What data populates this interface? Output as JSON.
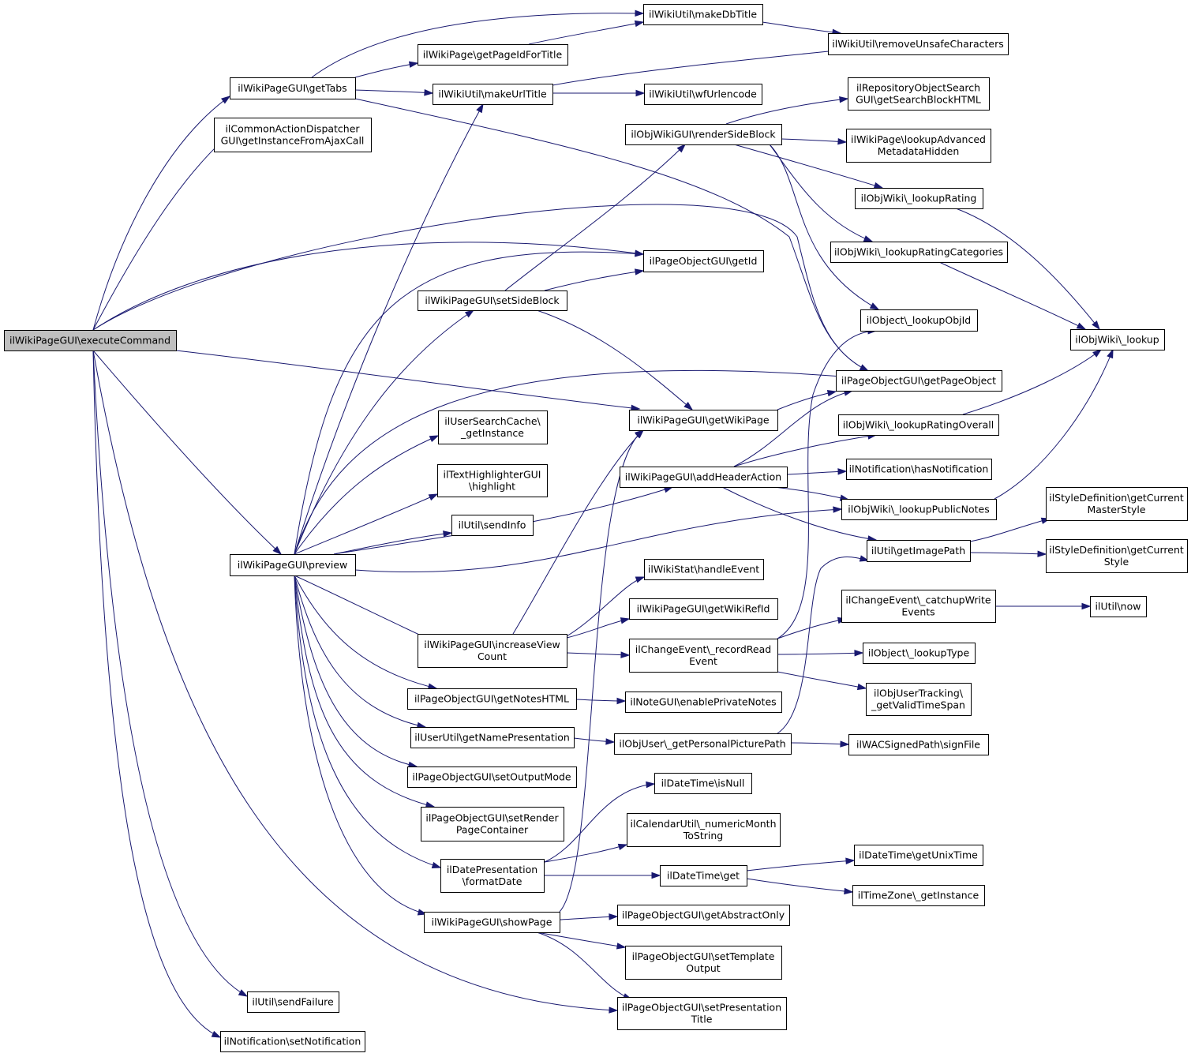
{
  "colors": {
    "node_fill": "#ffffff",
    "root_fill": "#bfbfbf",
    "border": "#000000",
    "edge": "#191970"
  },
  "nodes": [
    {
      "id": "execute",
      "lines": [
        "ilWikiPageGUI\\executeCommand"
      ],
      "root": true
    },
    {
      "id": "getTabs",
      "lines": [
        "ilWikiPageGUI\\getTabs"
      ]
    },
    {
      "id": "cmdDisp",
      "lines": [
        "ilCommonActionDispatcher",
        "GUI\\getInstanceFromAjaxCall"
      ]
    },
    {
      "id": "preview",
      "lines": [
        "ilWikiPageGUI\\preview"
      ]
    },
    {
      "id": "sendFailure",
      "lines": [
        "ilUtil\\sendFailure"
      ]
    },
    {
      "id": "setNotification",
      "lines": [
        "ilNotification\\setNotification"
      ]
    },
    {
      "id": "makeDbTitle",
      "lines": [
        "ilWikiUtil\\makeDbTitle"
      ]
    },
    {
      "id": "getPageIdForTitle",
      "lines": [
        "ilWikiPage\\getPageIdForTitle"
      ]
    },
    {
      "id": "makeUrlTitle",
      "lines": [
        "ilWikiUtil\\makeUrlTitle"
      ]
    },
    {
      "id": "removeUnsafe",
      "lines": [
        "ilWikiUtil\\removeUnsafeCharacters"
      ]
    },
    {
      "id": "wfUrlencode",
      "lines": [
        "ilWikiUtil\\wfUrlencode"
      ]
    },
    {
      "id": "renderSideBlock",
      "lines": [
        "ilObjWikiGUI\\renderSideBlock"
      ]
    },
    {
      "id": "repoSearch",
      "lines": [
        "ilRepositoryObjectSearch",
        "GUI\\getSearchBlockHTML"
      ]
    },
    {
      "id": "lookupAdvMeta",
      "lines": [
        "ilWikiPage\\lookupAdvanced",
        "MetadataHidden"
      ]
    },
    {
      "id": "lookupRating",
      "lines": [
        "ilObjWiki\\_lookupRating"
      ]
    },
    {
      "id": "lookupRatingCat",
      "lines": [
        "ilObjWiki\\_lookupRatingCategories"
      ]
    },
    {
      "id": "getId",
      "lines": [
        "ilPageObjectGUI\\getId"
      ]
    },
    {
      "id": "setSideBlock",
      "lines": [
        "ilWikiPageGUI\\setSideBlock"
      ]
    },
    {
      "id": "lookupObjId",
      "lines": [
        "ilObject\\_lookupObjId"
      ]
    },
    {
      "id": "lookup",
      "lines": [
        "ilObjWiki\\_lookup"
      ]
    },
    {
      "id": "getPageObject",
      "lines": [
        "ilPageObjectGUI\\getPageObject"
      ]
    },
    {
      "id": "getWikiPage",
      "lines": [
        "ilWikiPageGUI\\getWikiPage"
      ]
    },
    {
      "id": "userSearchCache",
      "lines": [
        "ilUserSearchCache\\",
        "_getInstance"
      ]
    },
    {
      "id": "lookupRatingOverall",
      "lines": [
        "ilObjWiki\\_lookupRatingOverall"
      ]
    },
    {
      "id": "textHighlighter",
      "lines": [
        "ilTextHighlighterGUI",
        "\\highlight"
      ]
    },
    {
      "id": "addHeaderAction",
      "lines": [
        "ilWikiPageGUI\\addHeaderAction"
      ]
    },
    {
      "id": "hasNotification",
      "lines": [
        "ilNotification\\hasNotification"
      ]
    },
    {
      "id": "styleMaster",
      "lines": [
        "ilStyleDefinition\\getCurrent",
        "MasterStyle"
      ]
    },
    {
      "id": "lookupPublicNotes",
      "lines": [
        "ilObjWiki\\_lookupPublicNotes"
      ]
    },
    {
      "id": "sendInfo",
      "lines": [
        "ilUtil\\sendInfo"
      ]
    },
    {
      "id": "getImagePath",
      "lines": [
        "ilUtil\\getImagePath"
      ]
    },
    {
      "id": "styleCurrent",
      "lines": [
        "ilStyleDefinition\\getCurrent",
        "Style"
      ]
    },
    {
      "id": "handleEvent",
      "lines": [
        "ilWikiStat\\handleEvent"
      ]
    },
    {
      "id": "catchupWrite",
      "lines": [
        "ilChangeEvent\\_catchupWrite",
        "Events"
      ]
    },
    {
      "id": "getWikiRefId",
      "lines": [
        "ilWikiPageGUI\\getWikiRefId"
      ]
    },
    {
      "id": "utilNow",
      "lines": [
        "ilUtil\\now"
      ]
    },
    {
      "id": "increaseView",
      "lines": [
        "ilWikiPageGUI\\increaseView",
        "Count"
      ]
    },
    {
      "id": "recordRead",
      "lines": [
        "ilChangeEvent\\_recordRead",
        "Event"
      ]
    },
    {
      "id": "lookupType",
      "lines": [
        "ilObject\\_lookupType"
      ]
    },
    {
      "id": "getNotesHTML",
      "lines": [
        "ilPageObjectGUI\\getNotesHTML"
      ]
    },
    {
      "id": "enablePrivateNotes",
      "lines": [
        "ilNoteGUI\\enablePrivateNotes"
      ]
    },
    {
      "id": "validTimeSpan",
      "lines": [
        "ilObjUserTracking\\",
        "_getValidTimeSpan"
      ]
    },
    {
      "id": "getNamePres",
      "lines": [
        "ilUserUtil\\getNamePresentation"
      ]
    },
    {
      "id": "personalPicture",
      "lines": [
        "ilObjUser\\_getPersonalPicturePath"
      ]
    },
    {
      "id": "signFile",
      "lines": [
        "ilWACSignedPath\\signFile"
      ]
    },
    {
      "id": "setOutputMode",
      "lines": [
        "ilPageObjectGUI\\setOutputMode"
      ]
    },
    {
      "id": "isNull",
      "lines": [
        "ilDateTime\\isNull"
      ]
    },
    {
      "id": "setRenderPC",
      "lines": [
        "ilPageObjectGUI\\setRender",
        "PageContainer"
      ]
    },
    {
      "id": "numericMonth",
      "lines": [
        "ilCalendarUtil\\_numericMonth",
        "ToString"
      ]
    },
    {
      "id": "getUnixTime",
      "lines": [
        "ilDateTime\\getUnixTime"
      ]
    },
    {
      "id": "formatDate",
      "lines": [
        "ilDatePresentation",
        "\\formatDate"
      ]
    },
    {
      "id": "dtGet",
      "lines": [
        "ilDateTime\\get"
      ]
    },
    {
      "id": "tzInstance",
      "lines": [
        "ilTimeZone\\_getInstance"
      ]
    },
    {
      "id": "showPage",
      "lines": [
        "ilWikiPageGUI\\showPage"
      ]
    },
    {
      "id": "abstractOnly",
      "lines": [
        "ilPageObjectGUI\\getAbstractOnly"
      ]
    },
    {
      "id": "setTemplateOutput",
      "lines": [
        "ilPageObjectGUI\\setTemplate",
        "Output"
      ]
    },
    {
      "id": "setPresTitle",
      "lines": [
        "ilPageObjectGUI\\setPresentation",
        "Title"
      ]
    }
  ],
  "edges": [
    [
      "execute",
      "getTabs"
    ],
    [
      "execute",
      "cmdDisp"
    ],
    [
      "execute",
      "getId"
    ],
    [
      "execute",
      "getPageObject"
    ],
    [
      "execute",
      "getWikiPage"
    ],
    [
      "execute",
      "preview"
    ],
    [
      "execute",
      "setPresTitle"
    ],
    [
      "execute",
      "sendFailure"
    ],
    [
      "execute",
      "setNotification"
    ],
    [
      "getTabs",
      "makeDbTitle"
    ],
    [
      "getTabs",
      "getPageIdForTitle"
    ],
    [
      "getTabs",
      "makeUrlTitle"
    ],
    [
      "getTabs",
      "getPageObject"
    ],
    [
      "getPageIdForTitle",
      "makeDbTitle"
    ],
    [
      "makeDbTitle",
      "removeUnsafe"
    ],
    [
      "makeUrlTitle",
      "removeUnsafe"
    ],
    [
      "makeUrlTitle",
      "wfUrlencode"
    ],
    [
      "preview",
      "makeUrlTitle"
    ],
    [
      "preview",
      "getId"
    ],
    [
      "preview",
      "setSideBlock"
    ],
    [
      "preview",
      "getPageObject"
    ],
    [
      "preview",
      "userSearchCache"
    ],
    [
      "preview",
      "textHighlighter"
    ],
    [
      "preview",
      "sendInfo"
    ],
    [
      "preview",
      "addHeaderAction"
    ],
    [
      "preview",
      "lookupPublicNotes"
    ],
    [
      "preview",
      "increaseView"
    ],
    [
      "preview",
      "getNotesHTML"
    ],
    [
      "preview",
      "getNamePres"
    ],
    [
      "preview",
      "setOutputMode"
    ],
    [
      "preview",
      "setRenderPC"
    ],
    [
      "preview",
      "formatDate"
    ],
    [
      "preview",
      "showPage"
    ],
    [
      "setSideBlock",
      "renderSideBlock"
    ],
    [
      "setSideBlock",
      "getId"
    ],
    [
      "setSideBlock",
      "getWikiPage"
    ],
    [
      "renderSideBlock",
      "repoSearch"
    ],
    [
      "renderSideBlock",
      "lookupAdvMeta"
    ],
    [
      "renderSideBlock",
      "lookupRating"
    ],
    [
      "renderSideBlock",
      "lookupRatingCat"
    ],
    [
      "renderSideBlock",
      "lookupObjId"
    ],
    [
      "lookupRating",
      "lookup"
    ],
    [
      "lookupRatingCat",
      "lookup"
    ],
    [
      "lookupRatingOverall",
      "lookup"
    ],
    [
      "lookupPublicNotes",
      "lookup"
    ],
    [
      "getWikiPage",
      "getPageObject"
    ],
    [
      "addHeaderAction",
      "getPageObject"
    ],
    [
      "addHeaderAction",
      "lookupRatingOverall"
    ],
    [
      "addHeaderAction",
      "hasNotification"
    ],
    [
      "addHeaderAction",
      "lookupPublicNotes"
    ],
    [
      "addHeaderAction",
      "getImagePath"
    ],
    [
      "getImagePath",
      "styleMaster"
    ],
    [
      "getImagePath",
      "styleCurrent"
    ],
    [
      "increaseView",
      "getWikiPage"
    ],
    [
      "increaseView",
      "handleEvent"
    ],
    [
      "increaseView",
      "getWikiRefId"
    ],
    [
      "increaseView",
      "recordRead"
    ],
    [
      "recordRead",
      "lookupObjId"
    ],
    [
      "recordRead",
      "catchupWrite"
    ],
    [
      "recordRead",
      "lookupType"
    ],
    [
      "recordRead",
      "validTimeSpan"
    ],
    [
      "catchupWrite",
      "utilNow"
    ],
    [
      "getNotesHTML",
      "enablePrivateNotes"
    ],
    [
      "getNamePres",
      "personalPicture"
    ],
    [
      "personalPicture",
      "getImagePath"
    ],
    [
      "personalPicture",
      "signFile"
    ],
    [
      "formatDate",
      "isNull"
    ],
    [
      "formatDate",
      "numericMonth"
    ],
    [
      "formatDate",
      "dtGet"
    ],
    [
      "dtGet",
      "getUnixTime"
    ],
    [
      "dtGet",
      "tzInstance"
    ],
    [
      "showPage",
      "getWikiPage"
    ],
    [
      "showPage",
      "abstractOnly"
    ],
    [
      "showPage",
      "setTemplateOutput"
    ],
    [
      "showPage",
      "setPresTitle"
    ]
  ]
}
